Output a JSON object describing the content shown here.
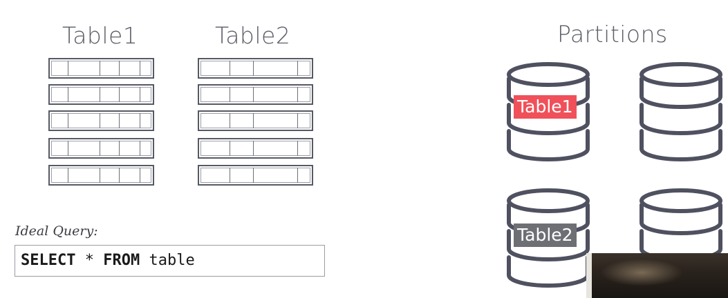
{
  "tables": [
    {
      "title": "Table1"
    },
    {
      "title": "Table2"
    }
  ],
  "partitions": {
    "title": "Partitions",
    "labels": [
      "Table1",
      "Table2"
    ],
    "label_colors": [
      "#f0505a",
      "#6d6f74"
    ]
  },
  "query": {
    "label": "Ideal Query:",
    "keyword1": "SELECT",
    "middle": " * ",
    "keyword2": "FROM",
    "rest": " table"
  }
}
